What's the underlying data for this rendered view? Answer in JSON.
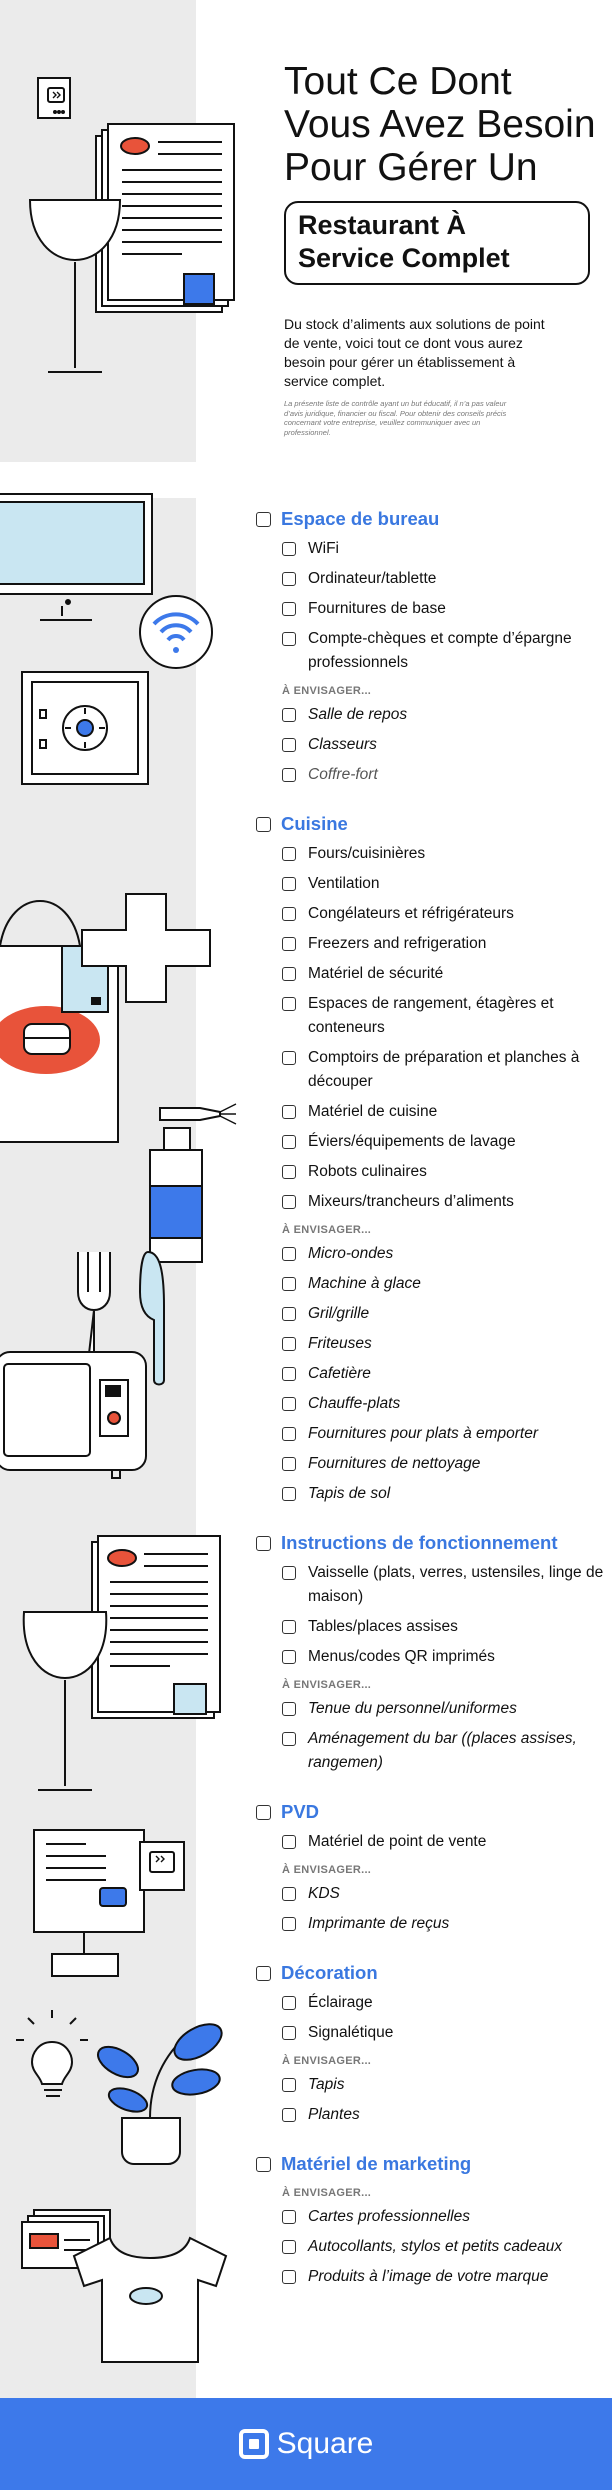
{
  "hero": {
    "title": "Tout Ce Dont\nVous Avez Besoin\nPour Gérer Un",
    "box_text": "Restaurant À\nService Complet",
    "intro": "Du stock d’aliments aux solutions de point de vente, voici tout ce dont vous aurez besoin pour gérer un établissement à service complet.",
    "disclaimer": "La présente liste de contrôle ayant un but éducatif, il n’a pas valeur d’avis juridique, financier ou fiscal. Pour obtenir des conseils précis concernant votre entreprise, veuillez communiquer avec un professionnel."
  },
  "consider_label": "À ENVISAGER...",
  "sections": [
    {
      "title": "Espace de bureau",
      "items": [
        "WiFi",
        "Ordinateur/tablette",
        "Fournitures de base",
        "Compte-chèques et compte d’épargne professionnels"
      ],
      "optional": [
        "Salle de repos",
        "Classeurs",
        "Coffre-fort"
      ]
    },
    {
      "title": "Cuisine",
      "items": [
        "Fours/cuisinières",
        "Ventilation",
        "Congélateurs et réfrigérateurs",
        "Freezers and refrigeration",
        "Matériel de sécurité",
        "Espaces de rangement, étagères et conteneurs",
        "Comptoirs de préparation et planches à découper",
        "Matériel de cuisine",
        "Éviers/équipements de lavage",
        "Robots culinaires",
        "Mixeurs/trancheurs d’aliments"
      ],
      "optional": [
        "Micro-ondes",
        "Machine à glace",
        "Gril/grille",
        "Friteuses",
        "Cafetière",
        "Chauffe-plats",
        "Fournitures pour plats à emporter",
        "Fournitures de nettoyage",
        "Tapis de sol"
      ]
    },
    {
      "title": "Instructions de fonctionnement",
      "items": [
        "Vaisselle (plats, verres, ustensiles, linge de maison)",
        "Tables/places assises",
        "Menus/codes QR imprimés"
      ],
      "optional": [
        "Tenue du personnel/uniformes",
        "Aménagement du bar ((places assises, rangemen)"
      ]
    },
    {
      "title": "PVD",
      "items": [
        "Matériel de point de vente"
      ],
      "optional": [
        "KDS",
        "Imprimante de reçus"
      ]
    },
    {
      "title": "Décoration",
      "items": [
        "Éclairage",
        "Signalétique"
      ],
      "optional": [
        "Tapis",
        "Plantes"
      ]
    },
    {
      "title": "Matériel de marketing",
      "items": [],
      "optional": [
        "Cartes professionnelles",
        "Autocollants, stylos et petits cadeaux",
        "Produits à l’image de votre marque"
      ]
    }
  ],
  "footer": {
    "brand": "Square"
  },
  "colors": {
    "accent_blue": "#3a78e0",
    "footer_blue": "#3d79ea",
    "red": "#e8533a",
    "light_blue": "#c9e6f2",
    "band_gray": "#ebebeb"
  }
}
